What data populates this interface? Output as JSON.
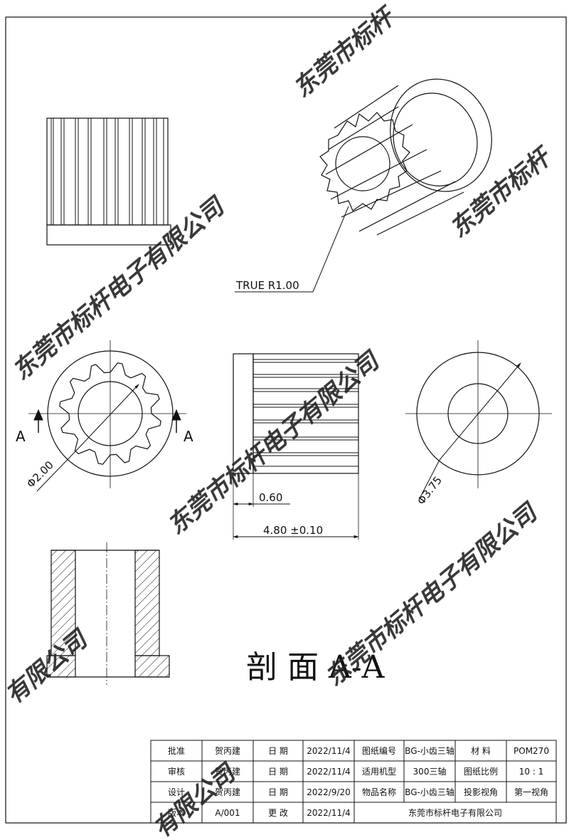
{
  "annotations": {
    "true_radius": "TRUE R1.00",
    "section_marker": "A",
    "dia_inner": "Φ2.00",
    "dia_outer": "Φ3.75",
    "dim_flange": "0.60",
    "dim_length": "4.80 ±0.10",
    "section_title": "剖 面 A-A"
  },
  "title_block": {
    "approve_label": "批准",
    "approve_name": "贺丙建",
    "review_label": "审核",
    "review_name": "贺丙建",
    "design_label": "设计",
    "design_name": "贺丙建",
    "version_label": "版本",
    "version_value": "A/001",
    "date_label": "日 期",
    "change_label": "更 改",
    "date_approve": "2022/11/4",
    "date_review": "2022/11/4",
    "date_design": "2022/9/20",
    "date_change": "2022/11/4",
    "drawing_no_label": "图纸编号",
    "drawing_no": "BG-小齿三轴",
    "model_label": "适用机型",
    "model": "300三轴",
    "item_label": "物品名称",
    "item": "BG-小齿三轴",
    "material_label": "材 料",
    "material": "POM270",
    "scale_label": "图纸比例",
    "scale": "10 : 1",
    "projection_label": "投影视角",
    "projection": "第一视角",
    "company": "东莞市标杆电子有限公司"
  },
  "watermark": {
    "text_1": "东莞市标杆电子有限公司",
    "text_2": "东莞市标杆电子有限公司",
    "text_3": "东莞市标杆电子有限公司",
    "text_4": "东莞市标杆",
    "text_5": "东莞市标杆电子",
    "text_6": "电子有限公司",
    "text_7": "有限公司"
  }
}
